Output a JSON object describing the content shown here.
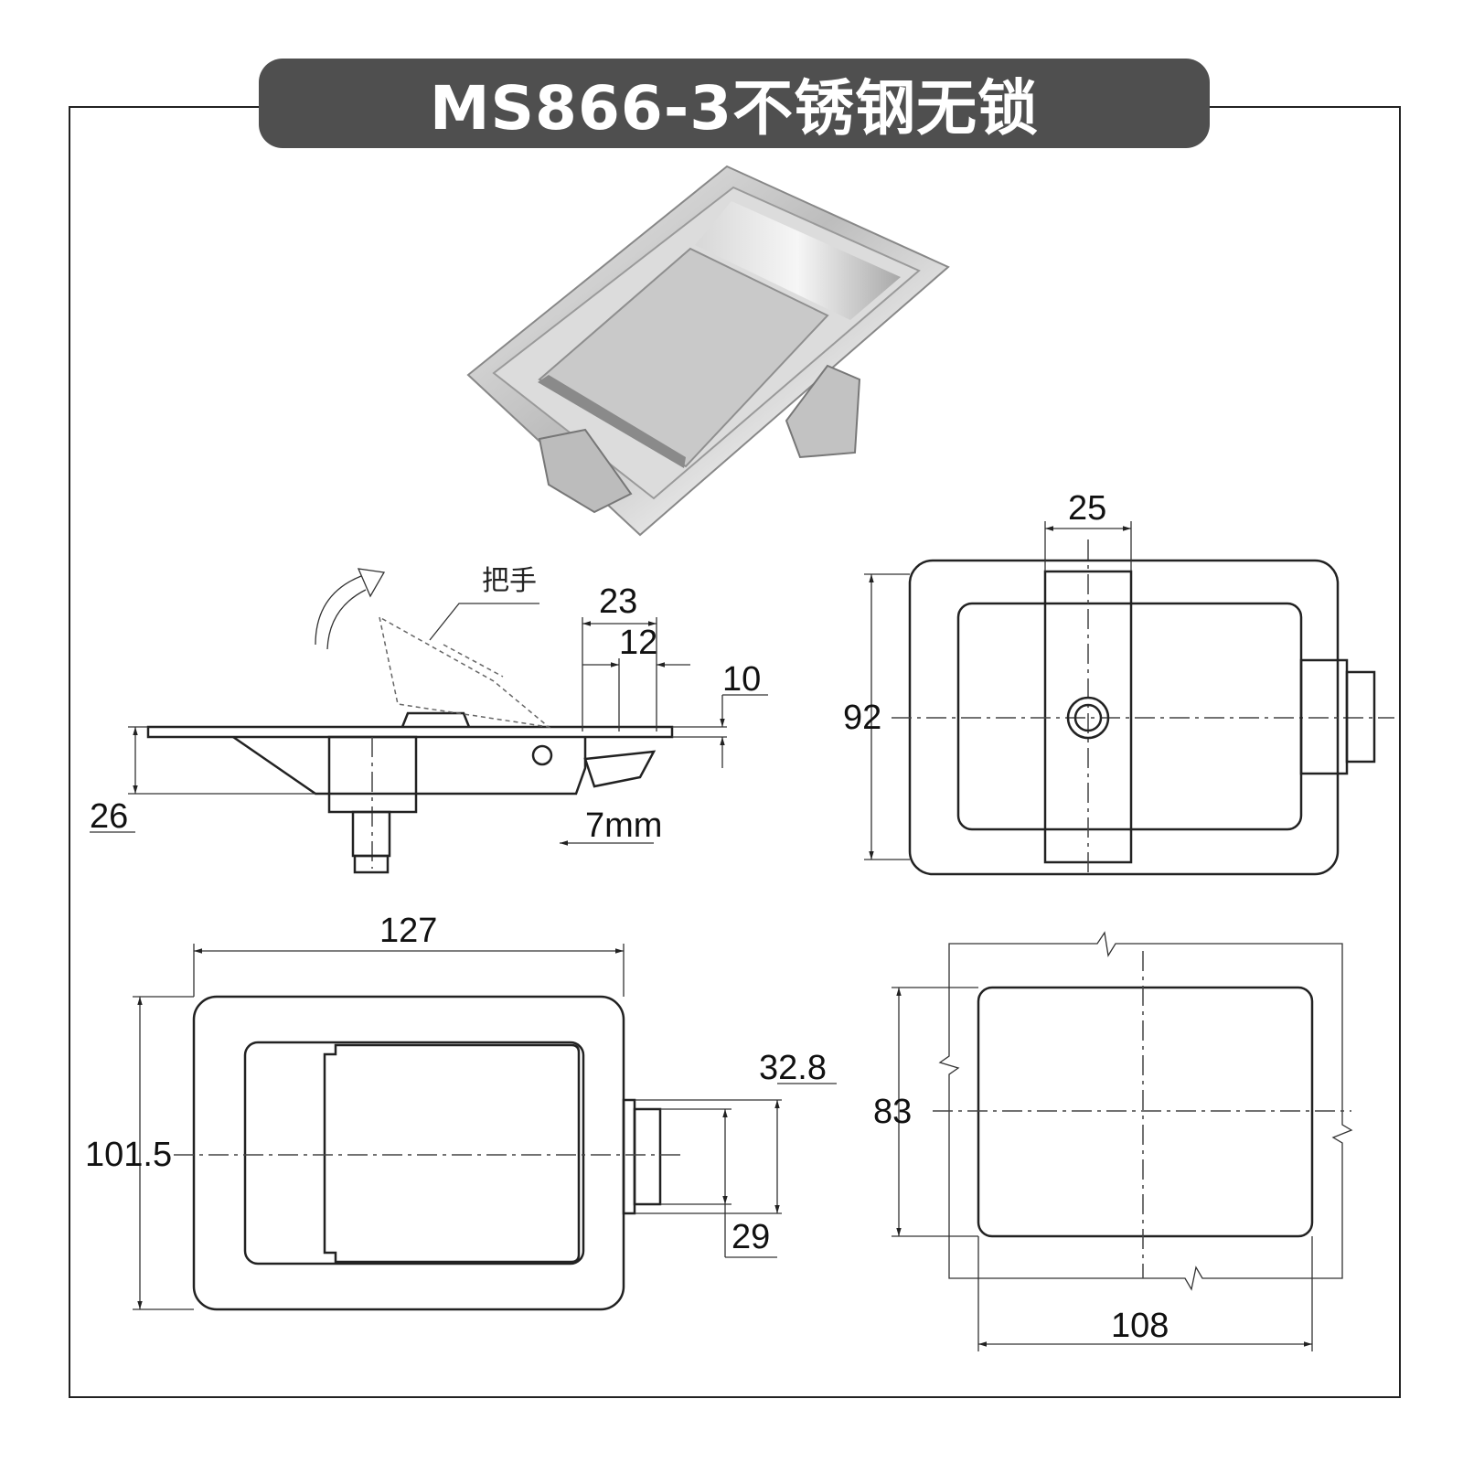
{
  "title": "MS866-3不锈钢无锁",
  "labels": {
    "handle": "把手",
    "travel": "7mm"
  },
  "dimensions": {
    "side_width_a": "23",
    "side_width_b": "12",
    "side_height_a": "10",
    "side_depth": "26",
    "top_latch_width": "25",
    "top_height": "92",
    "front_width": "127",
    "front_height": "101.5",
    "latch_a": "32.8",
    "latch_b": "29",
    "cutout_height": "83",
    "cutout_width": "108"
  },
  "colors": {
    "title_bg": "#4f4f4f",
    "line": "#222222"
  }
}
